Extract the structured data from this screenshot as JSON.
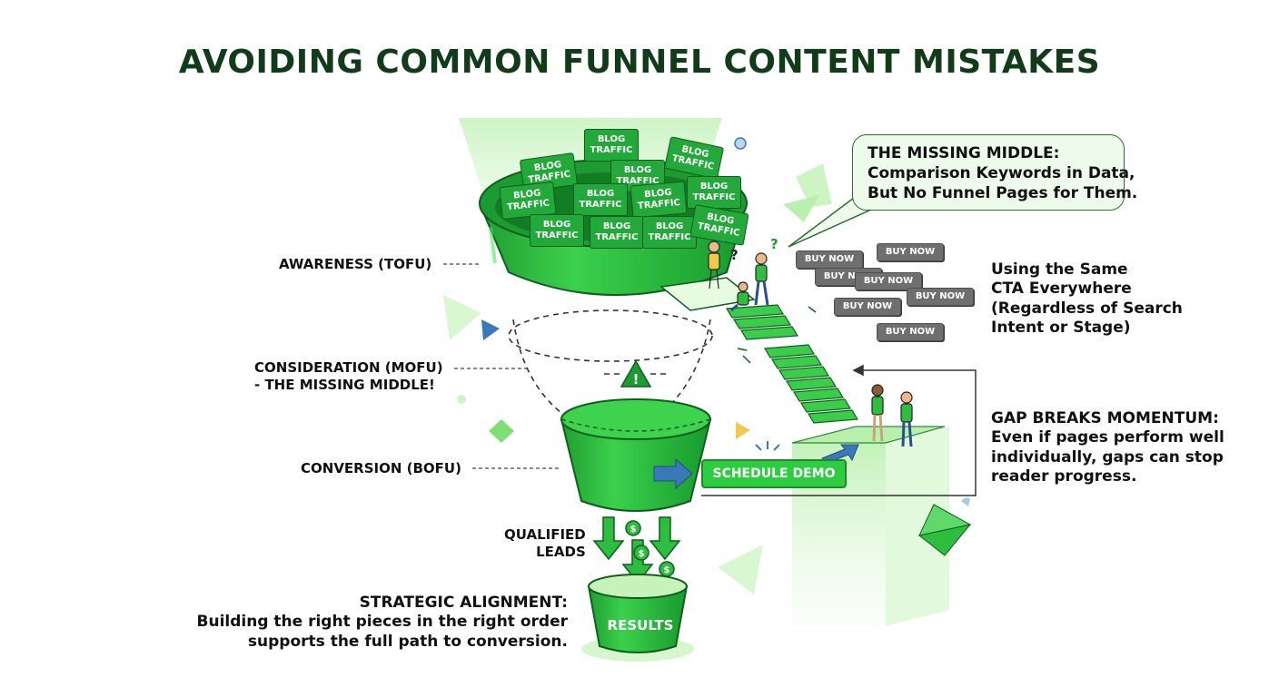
{
  "title": "AVOIDING COMMON FUNNEL CONTENT MISTAKES",
  "stages": {
    "awareness": "AWARENESS (TOFU)",
    "consideration_line1": "CONSIDERATION (MOFU)",
    "consideration_line2": "- THE MISSING MIDDLE!",
    "conversion": "CONVERSION (BOFU)"
  },
  "blog_card": {
    "line1": "BLOG",
    "line2": "TRAFFIC"
  },
  "missing_middle_callout": {
    "line1": "THE MISSING MIDDLE:",
    "line2": "Comparison Keywords in Data,",
    "line3": "But No Funnel Pages for Them."
  },
  "cta_note": {
    "line1": "Using the Same",
    "line2": "CTA Everywhere",
    "line3": "(Regardless of Search",
    "line4": "Intent or Stage)"
  },
  "buy_buttons": [
    "BUY NOW",
    "BUY NOW",
    "BUY NOW",
    "BUY NOW",
    "BUY NOW",
    "BUY NOW",
    "BUY NOW"
  ],
  "question_mark": "?",
  "schedule_demo": "SCHEDULE DEMO",
  "gap_note": {
    "line1": "GAP BREAKS MOMENTUM:",
    "line2": "Even if pages perform well",
    "line3": "individually, gaps can stop",
    "line4": "reader progress."
  },
  "qualified_leads": {
    "line1": "QUALIFIED",
    "line2": "LEADS"
  },
  "coin_symbol": "$",
  "warning_symbol": "!",
  "results": "RESULTS",
  "strategic": {
    "line1": "STRATEGIC ALIGNMENT:",
    "line2": "Building the right pieces in the right order",
    "line3": "supports the full path to conversion."
  },
  "colors": {
    "title": "#123b1a",
    "funnel_green": "#2ebd3e",
    "funnel_dark": "#138a26",
    "light_green": "#cdf5c4",
    "accent_blue": "#3b78b8",
    "button_gray": "#6f6f6f"
  }
}
